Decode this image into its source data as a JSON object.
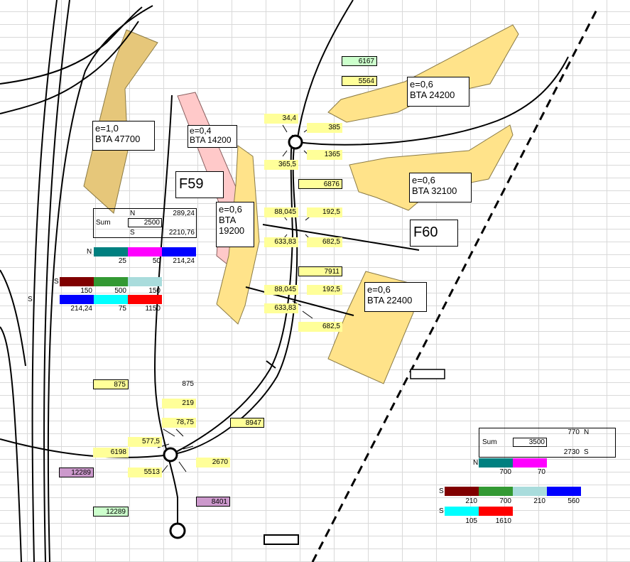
{
  "callouts": {
    "zone_10": [
      "e=1,0",
      "BTA 47700"
    ],
    "zone_04": [
      "e=0,4",
      "BTA 14200"
    ],
    "zone_06a": [
      "e=0,6",
      "BTA",
      "19200"
    ],
    "zone_06b": [
      "e=0,6",
      "BTA 24200"
    ],
    "zone_06c": [
      "e=0,6",
      "BTA 32100"
    ],
    "zone_06d": [
      "e=0,6",
      "BTA 22400"
    ]
  },
  "faults": {
    "f59": "F59",
    "f60": "F60"
  },
  "cells_top": {
    "c6167": "6167",
    "c5564": "5564",
    "c344": "34,4",
    "c385": "385",
    "c1365": "1365",
    "c3655": "365,5",
    "c6876": "6876",
    "c88045a": "88,045",
    "c1925a": "192,5",
    "c63383a": "633,83",
    "c6825a": "682,5",
    "c7911": "7911",
    "c88045b": "88,045",
    "c1925b": "192,5",
    "c63383b": "633,83",
    "c6825b": "682,5"
  },
  "cells_bottom": {
    "c875a": "875",
    "c875b": "875",
    "c219": "219",
    "c7875": "78,75",
    "c8947": "8947",
    "c5775": "577,5",
    "c6198": "6198",
    "c5513": "5513",
    "c2670": "2670",
    "c12289a": "12289",
    "c8401": "8401",
    "c12289b": "12289"
  },
  "summary_left": {
    "sum_label": "Sum",
    "n_label": "N",
    "s_label": "S",
    "n_value": "289,24",
    "sum_value": "2500",
    "s_value": "2210,76",
    "n_row_label": "N",
    "n_row_values": [
      "25",
      "50",
      "214,24"
    ],
    "s_row_label": "S",
    "s_row1_values": [
      "150",
      "500",
      "150"
    ],
    "s_side_label": "S",
    "s_row2_values": [
      "214,24",
      "75",
      "1150"
    ]
  },
  "summary_right": {
    "sum_label": "Sum",
    "sum_value": "3500",
    "n_value": "770",
    "n_label": "N",
    "s_value": "2730",
    "s_label": "S",
    "n_row_label": "N",
    "n_row_values": [
      "700",
      "70"
    ],
    "s_row1_label": "S",
    "s_row1_values": [
      "210",
      "700",
      "210",
      "560"
    ],
    "s_row2_label": "S",
    "s_row2_values": [
      "105",
      "1610"
    ]
  },
  "colors": {
    "teal": "#008080",
    "magenta": "#ff00ff",
    "blue": "#0000ff",
    "darkred": "#800000",
    "green": "#339933",
    "lightcyan": "#a9dcdc",
    "cyan": "#00ffff",
    "red": "#ff0000",
    "yellow_cell": "#ffff99",
    "green_cell": "#ccffcc",
    "purple_cell": "#cc99cc",
    "zone_tan": "#e6c77a",
    "zone_yellow": "#ffe38a",
    "zone_pink": "#ffc9c9"
  }
}
